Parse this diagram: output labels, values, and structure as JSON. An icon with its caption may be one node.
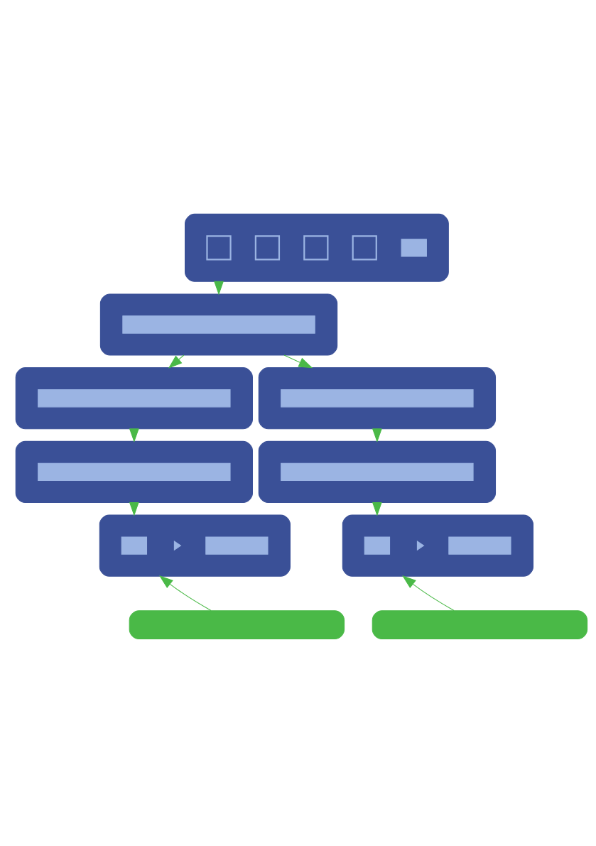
{
  "diagram": {
    "nodes": [
      {
        "text": [],
        "shape": "box"
      },
      {
        "text": [],
        "shape": "box",
        "in": 0
      },
      {
        "text": [],
        "shape": "box",
        "in": 0
      },
      {
        "text": [],
        "shape": "box",
        "in": 0
      },
      {
        "text": [],
        "shape": "box",
        "in": 0
      },
      {
        "text": [],
        "shape": "bar",
        "in": 0
      },
      {
        "text": [],
        "shape": "box"
      },
      {
        "text": [],
        "shape": "bar",
        "in": 6
      },
      {
        "text": [],
        "shape": "box"
      },
      {
        "text": [],
        "shape": "bar",
        "in": 8
      },
      {
        "text": [],
        "shape": "box"
      },
      {
        "text": [],
        "shape": "bar",
        "in": 10
      },
      {
        "text": [],
        "shape": "box"
      },
      {
        "text": [],
        "shape": "bar",
        "in": 12
      },
      {
        "text": [],
        "shape": "box"
      },
      {
        "text": [],
        "shape": "bar",
        "in": 14
      },
      {
        "text": [],
        "shape": "box"
      },
      {
        "text": [],
        "shape": "bar",
        "in": 16
      },
      {
        "text": [],
        "shape": "triangle",
        "in": 16
      },
      {
        "text": [],
        "shape": "bar",
        "in": 16
      },
      {
        "text": [],
        "shape": "box"
      },
      {
        "text": [],
        "shape": "bar",
        "in": 20
      },
      {
        "text": [],
        "shape": "triangle",
        "in": 20
      },
      {
        "text": [],
        "shape": "bar",
        "in": 20
      },
      {
        "text": [],
        "shape": "box"
      },
      {
        "text": [],
        "shape": "box"
      }
    ],
    "edges": [
      {
        "from": 0,
        "to": 6,
        "arrow": "to"
      },
      {
        "from": 6,
        "to": 8,
        "arrow": "to"
      },
      {
        "from": 6,
        "to": 10,
        "arrow": "to"
      },
      {
        "from": 8,
        "to": 12,
        "arrow": "to"
      },
      {
        "from": 10,
        "to": 14,
        "arrow": "to"
      },
      {
        "from": 12,
        "to": 16,
        "arrow": "to"
      },
      {
        "from": 14,
        "to": 20,
        "arrow": "to"
      },
      {
        "from": 24,
        "to": 16,
        "arrow": "to"
      },
      {
        "from": 25,
        "to": 20,
        "arrow": "to"
      }
    ]
  }
}
